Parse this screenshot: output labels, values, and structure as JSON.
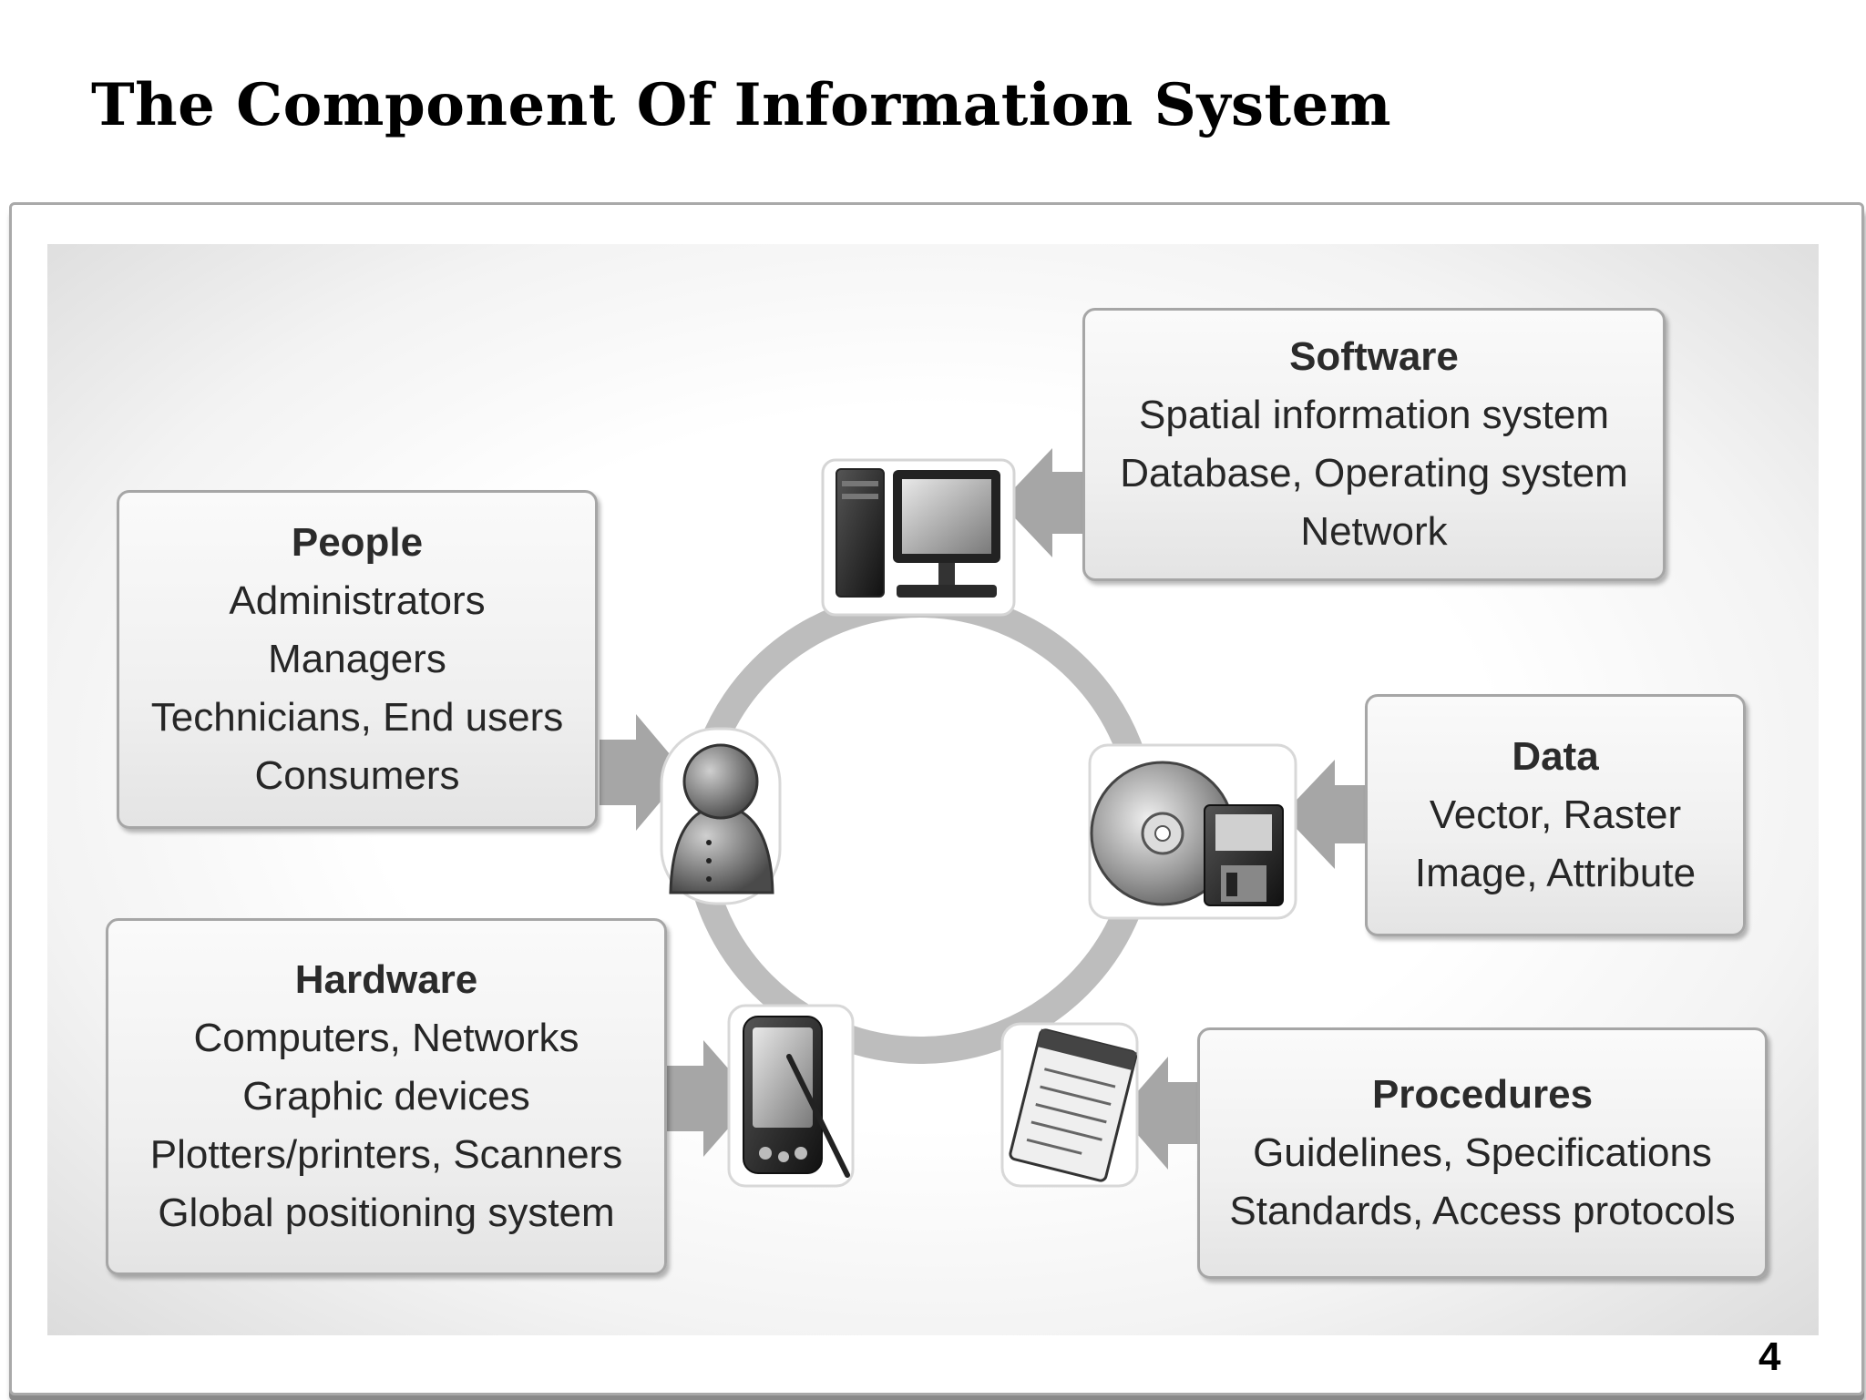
{
  "title": "The Component Of  Information System",
  "page_number": "4",
  "components": {
    "software": {
      "title": "Software",
      "lines": [
        "Spatial information system",
        "Database, Operating system",
        "Network"
      ],
      "icon": "desktop-computer-icon"
    },
    "people": {
      "title": "People",
      "lines": [
        "Administrators",
        "Managers",
        "Technicians, End users",
        "Consumers"
      ],
      "icon": "person-icon"
    },
    "data": {
      "title": "Data",
      "lines": [
        "Vector, Raster",
        "Image, Attribute"
      ],
      "icon": "disc-and-floppy-icon"
    },
    "hardware": {
      "title": "Hardware",
      "lines": [
        "Computers, Networks",
        "Graphic devices",
        "Plotters/printers, Scanners",
        "Global positioning system"
      ],
      "icon": "pda-device-icon"
    },
    "procedures": {
      "title": "Procedures",
      "lines": [
        "Guidelines, Specifications",
        "Standards, Access protocols"
      ],
      "icon": "notepad-icon"
    }
  },
  "colors": {
    "ring": "#bdbdbd",
    "arrow": "#a6a6a6",
    "box_border": "#a6a6a6"
  }
}
